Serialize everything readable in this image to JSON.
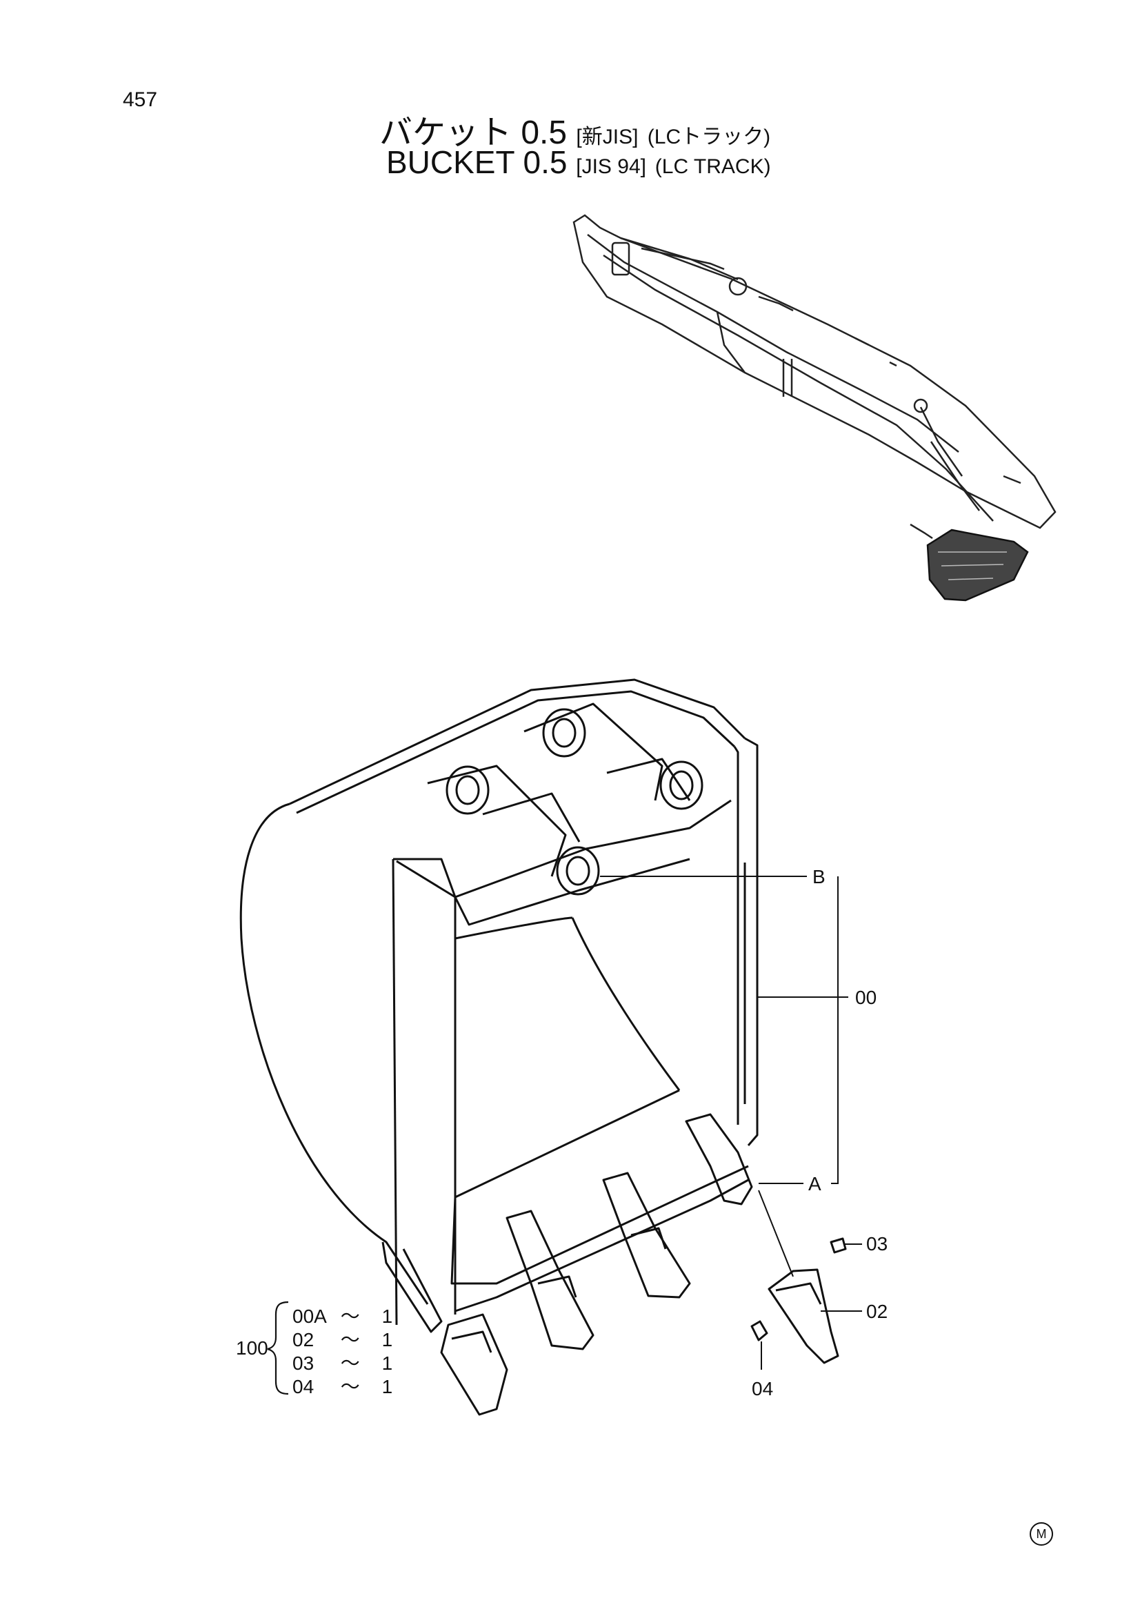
{
  "page": {
    "number": "457"
  },
  "title": {
    "jp_main": "バケット 0.5",
    "jp_spec": "[新JIS]",
    "jp_track": "(LCトラック)",
    "en_main": "BUCKET  0.5",
    "en_spec": "[JIS 94]",
    "en_track": "(LC  TRACK)"
  },
  "callouts": {
    "b": "B",
    "a": "A",
    "assembly": "00",
    "point": "03",
    "tooth": "02",
    "pin": "04"
  },
  "kit": {
    "number": "100",
    "items": [
      {
        "part": "00A",
        "sep": "〜",
        "qty": "1"
      },
      {
        "part": "02",
        "sep": "〜",
        "qty": "1"
      },
      {
        "part": "03",
        "sep": "〜",
        "qty": "1"
      },
      {
        "part": "04",
        "sep": "〜",
        "qty": "1"
      }
    ]
  },
  "corner_mark": "M"
}
